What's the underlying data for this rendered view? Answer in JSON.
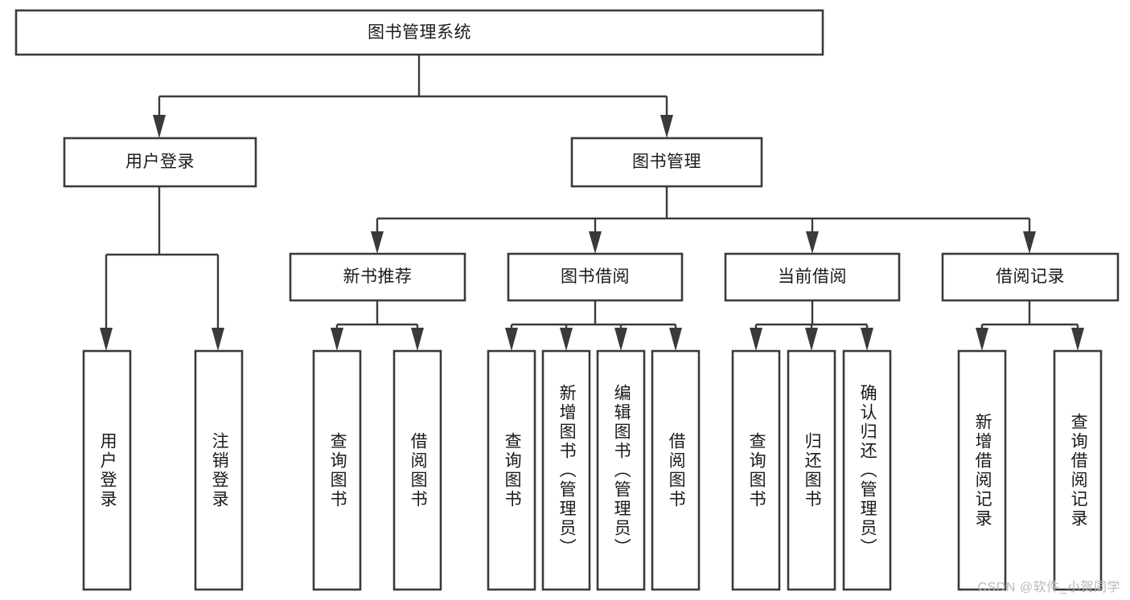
{
  "diagram": {
    "title": "图书管理系统",
    "type": "tree-hierarchy-diagram",
    "colors": {
      "box_stroke": "#3a3a3a",
      "box_fill": "#ffffff",
      "connector": "#3a3a3a",
      "text": "#1a1a1a",
      "background": "#ffffff",
      "watermark": "#b9b9b9"
    },
    "root": {
      "label": "图书管理系统"
    },
    "level2": [
      {
        "label": "用户登录"
      },
      {
        "label": "图书管理"
      }
    ],
    "level3": [
      {
        "label": "新书推荐"
      },
      {
        "label": "图书借阅"
      },
      {
        "label": "当前借阅"
      },
      {
        "label": "借阅记录"
      }
    ],
    "leaves": {
      "user_login": [
        {
          "label": "用户登录"
        },
        {
          "label": "注销登录"
        }
      ],
      "new_book_recommend": [
        {
          "label": "查询图书"
        },
        {
          "label": "借阅图书"
        }
      ],
      "book_borrow": [
        {
          "label": "查询图书"
        },
        {
          "label": "新增图书（管理员）"
        },
        {
          "label": "编辑图书（管理员）"
        },
        {
          "label": "借阅图书"
        }
      ],
      "current_borrow": [
        {
          "label": "查询图书"
        },
        {
          "label": "归还图书"
        },
        {
          "label": "确认归还（管理员）"
        }
      ],
      "borrow_record": [
        {
          "label": "新增借阅记录"
        },
        {
          "label": "查询借阅记录"
        }
      ]
    }
  },
  "watermark": {
    "text": "CSDN @软件_小贺同学"
  }
}
